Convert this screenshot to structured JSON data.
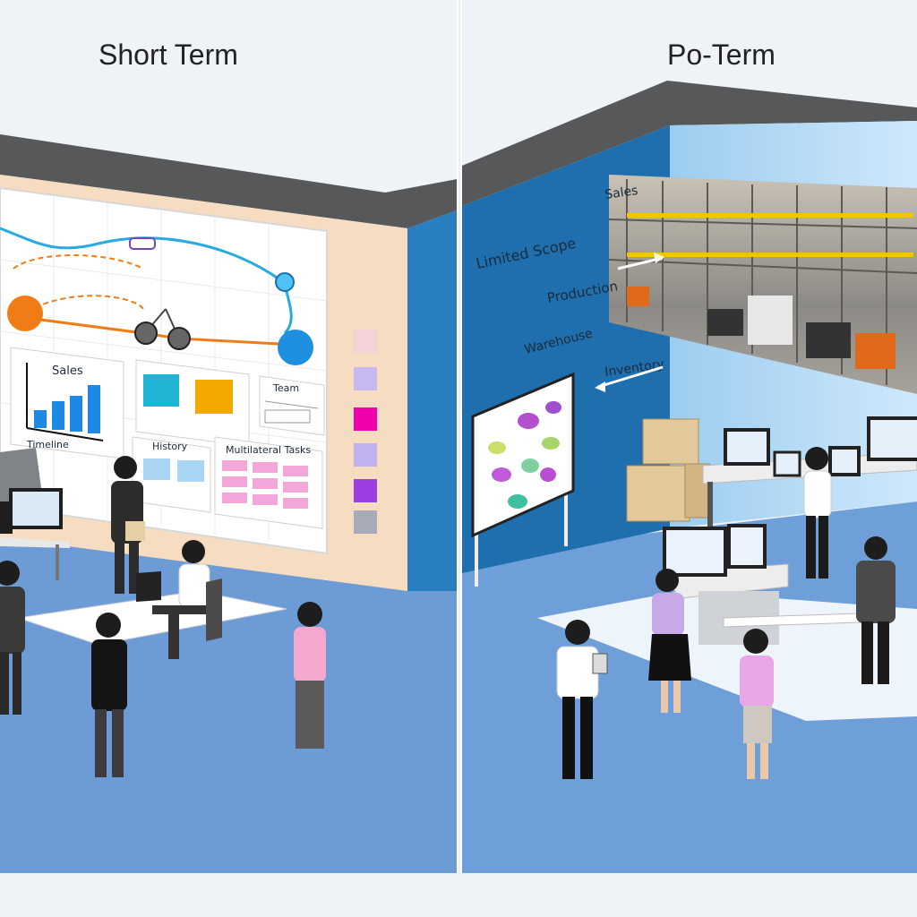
{
  "panels": {
    "left": {
      "title": "Short Term",
      "whiteboard": {
        "sales_label": "Sales",
        "timeline_label": "Timeline",
        "team_label": "Team",
        "history_label": "History",
        "multi_label": "Multilateral Tasks"
      }
    },
    "right": {
      "title": "Po-Term",
      "wall_labels": {
        "scope": "Limited Scope",
        "sales": "Sales",
        "production": "Production",
        "warehouse": "Warehouse",
        "inventory": "Inventory"
      }
    }
  },
  "colors": {
    "floor": "#6f9fd8",
    "wall_blue": "#1f6fae",
    "wall_top": "#58595b",
    "sky": "#eef3f9",
    "accent_orange": "#f07c16",
    "accent_cyan": "#29a9e0"
  }
}
